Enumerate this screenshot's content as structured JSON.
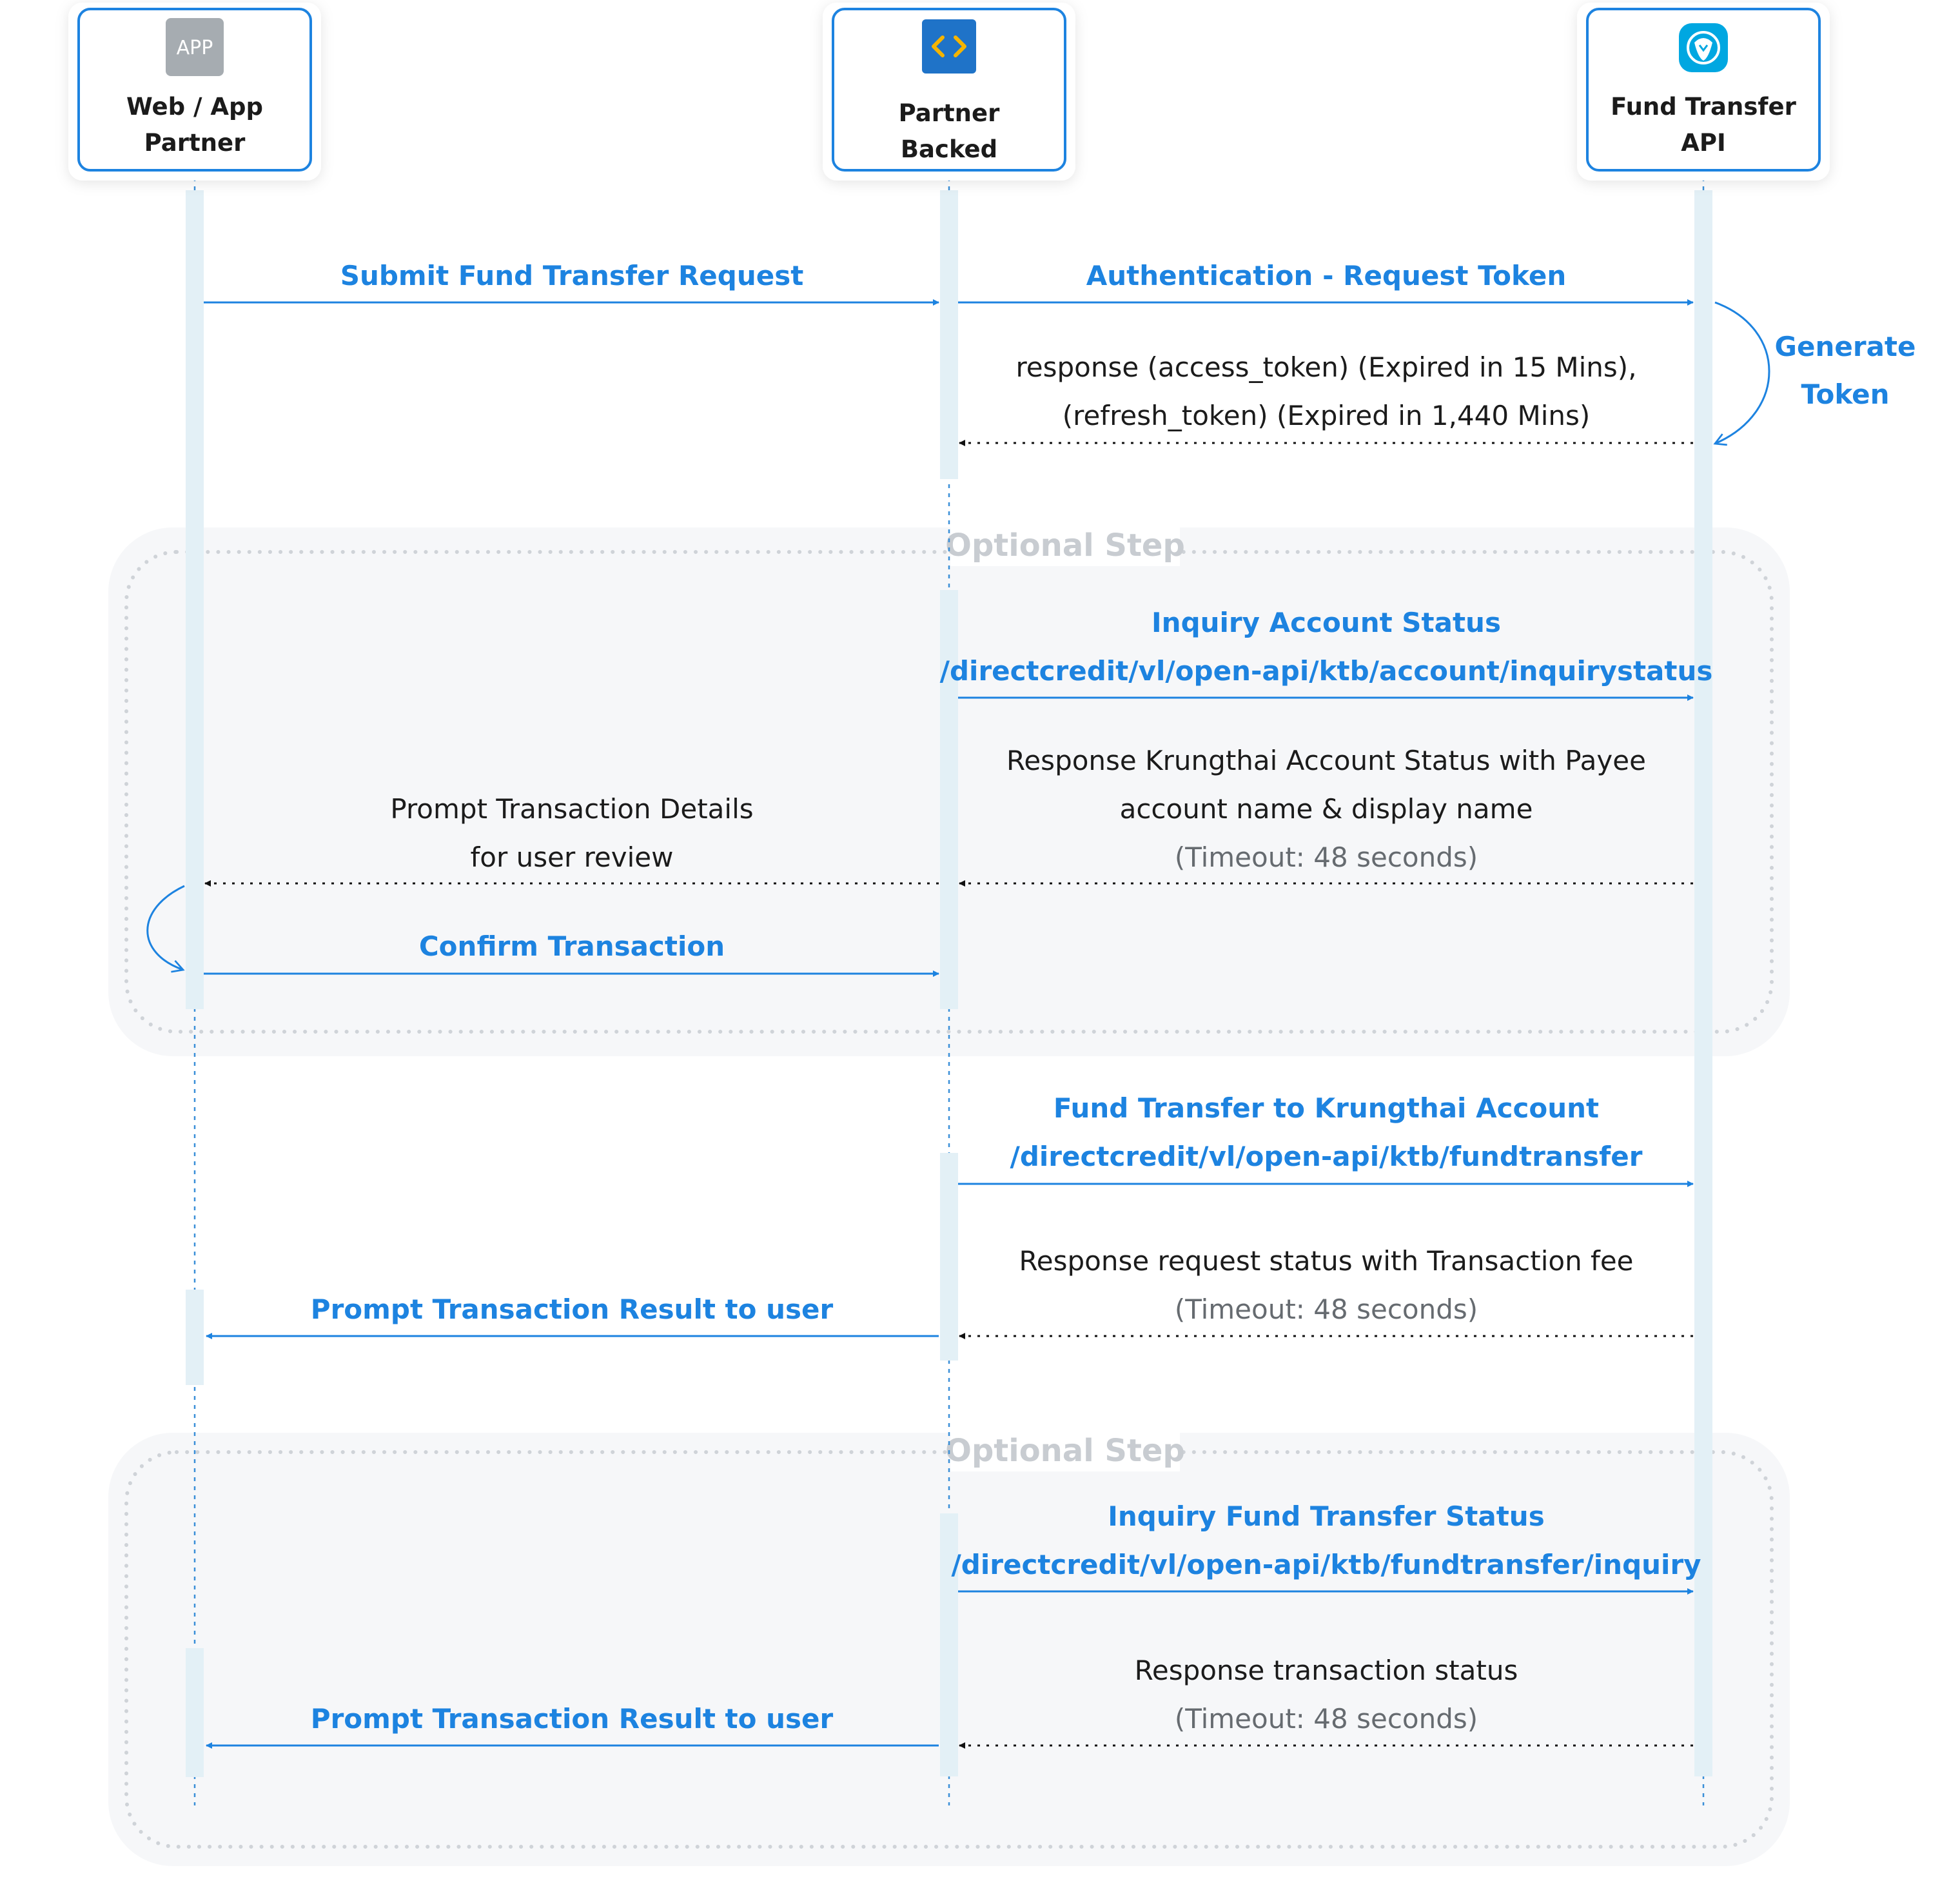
{
  "participants": [
    {
      "id": "web",
      "label_lines": [
        "Web / App",
        "Partner"
      ],
      "icon": "app-icon",
      "icon_text": "APP"
    },
    {
      "id": "backend",
      "label_lines": [
        "Partner",
        "Backed"
      ],
      "icon": "code-icon"
    },
    {
      "id": "api",
      "label_lines": [
        "Fund Transfer",
        "API"
      ],
      "icon": "krungthai-logo"
    }
  ],
  "self_notes": [
    {
      "id": "generate-token",
      "lines": [
        "Generate",
        "Token"
      ]
    }
  ],
  "optional_groups": [
    {
      "id": "optional-step-1",
      "label": "Optional Step"
    },
    {
      "id": "optional-step-2",
      "label": "Optional Step"
    }
  ],
  "messages": [
    {
      "id": "submit-request",
      "from": "web",
      "to": "backend",
      "style": "request",
      "lines": [
        {
          "text": "Submit Fund Transfer Request",
          "tone": "blue"
        }
      ]
    },
    {
      "id": "auth-request-token",
      "from": "backend",
      "to": "api",
      "style": "request",
      "lines": [
        {
          "text": "Authentication - Request Token",
          "tone": "blue"
        }
      ]
    },
    {
      "id": "token-response",
      "from": "api",
      "to": "backend",
      "style": "response",
      "lines": [
        {
          "text": "response (access_token) (Expired in 15 Mins),",
          "tone": "dark"
        },
        {
          "text": "(refresh_token) (Expired in 1,440 Mins)",
          "tone": "dark"
        }
      ]
    },
    {
      "id": "inquiry-account-status",
      "from": "backend",
      "to": "api",
      "style": "request",
      "lines": [
        {
          "text": "Inquiry Account Status",
          "tone": "blue"
        },
        {
          "text": "/directcredit/vl/open-api/ktb/account/inquirystatus",
          "tone": "blue"
        }
      ]
    },
    {
      "id": "account-status-response",
      "from": "api",
      "to": "backend",
      "style": "response",
      "lines": [
        {
          "text": "Response Krungthai Account Status with Payee",
          "tone": "dark"
        },
        {
          "text": "account name & display name",
          "tone": "dark"
        },
        {
          "text": "(Timeout: 48 seconds)",
          "tone": "gray"
        }
      ]
    },
    {
      "id": "prompt-details",
      "from": "backend",
      "to": "web",
      "style": "response",
      "lines": [
        {
          "text": "Prompt Transaction Details",
          "tone": "dark"
        },
        {
          "text": "for user review",
          "tone": "dark"
        }
      ]
    },
    {
      "id": "confirm-transaction",
      "from": "web",
      "to": "backend",
      "style": "request",
      "lines": [
        {
          "text": "Confirm Transaction",
          "tone": "blue"
        }
      ]
    },
    {
      "id": "fund-transfer",
      "from": "backend",
      "to": "api",
      "style": "request",
      "lines": [
        {
          "text": "Fund Transfer to Krungthai Account",
          "tone": "blue"
        },
        {
          "text": "/directcredit/vl/open-api/ktb/fundtransfer",
          "tone": "blue"
        }
      ]
    },
    {
      "id": "transfer-response",
      "from": "api",
      "to": "backend",
      "style": "response",
      "lines": [
        {
          "text": "Response request status with Transaction fee",
          "tone": "dark"
        },
        {
          "text": "(Timeout: 48 seconds)",
          "tone": "gray"
        }
      ]
    },
    {
      "id": "prompt-result-1",
      "from": "backend",
      "to": "web",
      "style": "result",
      "lines": [
        {
          "text": "Prompt Transaction Result to user",
          "tone": "blue"
        }
      ]
    },
    {
      "id": "inquiry-transfer-status",
      "from": "backend",
      "to": "api",
      "style": "request",
      "lines": [
        {
          "text": "Inquiry Fund Transfer Status",
          "tone": "blue"
        },
        {
          "text": "/directcredit/vl/open-api/ktb/fundtransfer/inquiry",
          "tone": "blue"
        }
      ]
    },
    {
      "id": "inquiry-status-response",
      "from": "api",
      "to": "backend",
      "style": "response",
      "lines": [
        {
          "text": "Response transaction status",
          "tone": "dark"
        },
        {
          "text": "(Timeout: 48 seconds)",
          "tone": "gray"
        }
      ]
    },
    {
      "id": "prompt-result-2",
      "from": "backend",
      "to": "web",
      "style": "result",
      "lines": [
        {
          "text": "Prompt Transaction Result to user",
          "tone": "blue"
        }
      ]
    }
  ],
  "colors": {
    "accent": "#1d83e0",
    "text": "#1b1b1b",
    "muted": "#666b70",
    "activation": "#e3f0f6",
    "group_fill": "#f6f7f9",
    "group_border": "#cfd3d8",
    "lifeline": "#3a8fd8"
  }
}
